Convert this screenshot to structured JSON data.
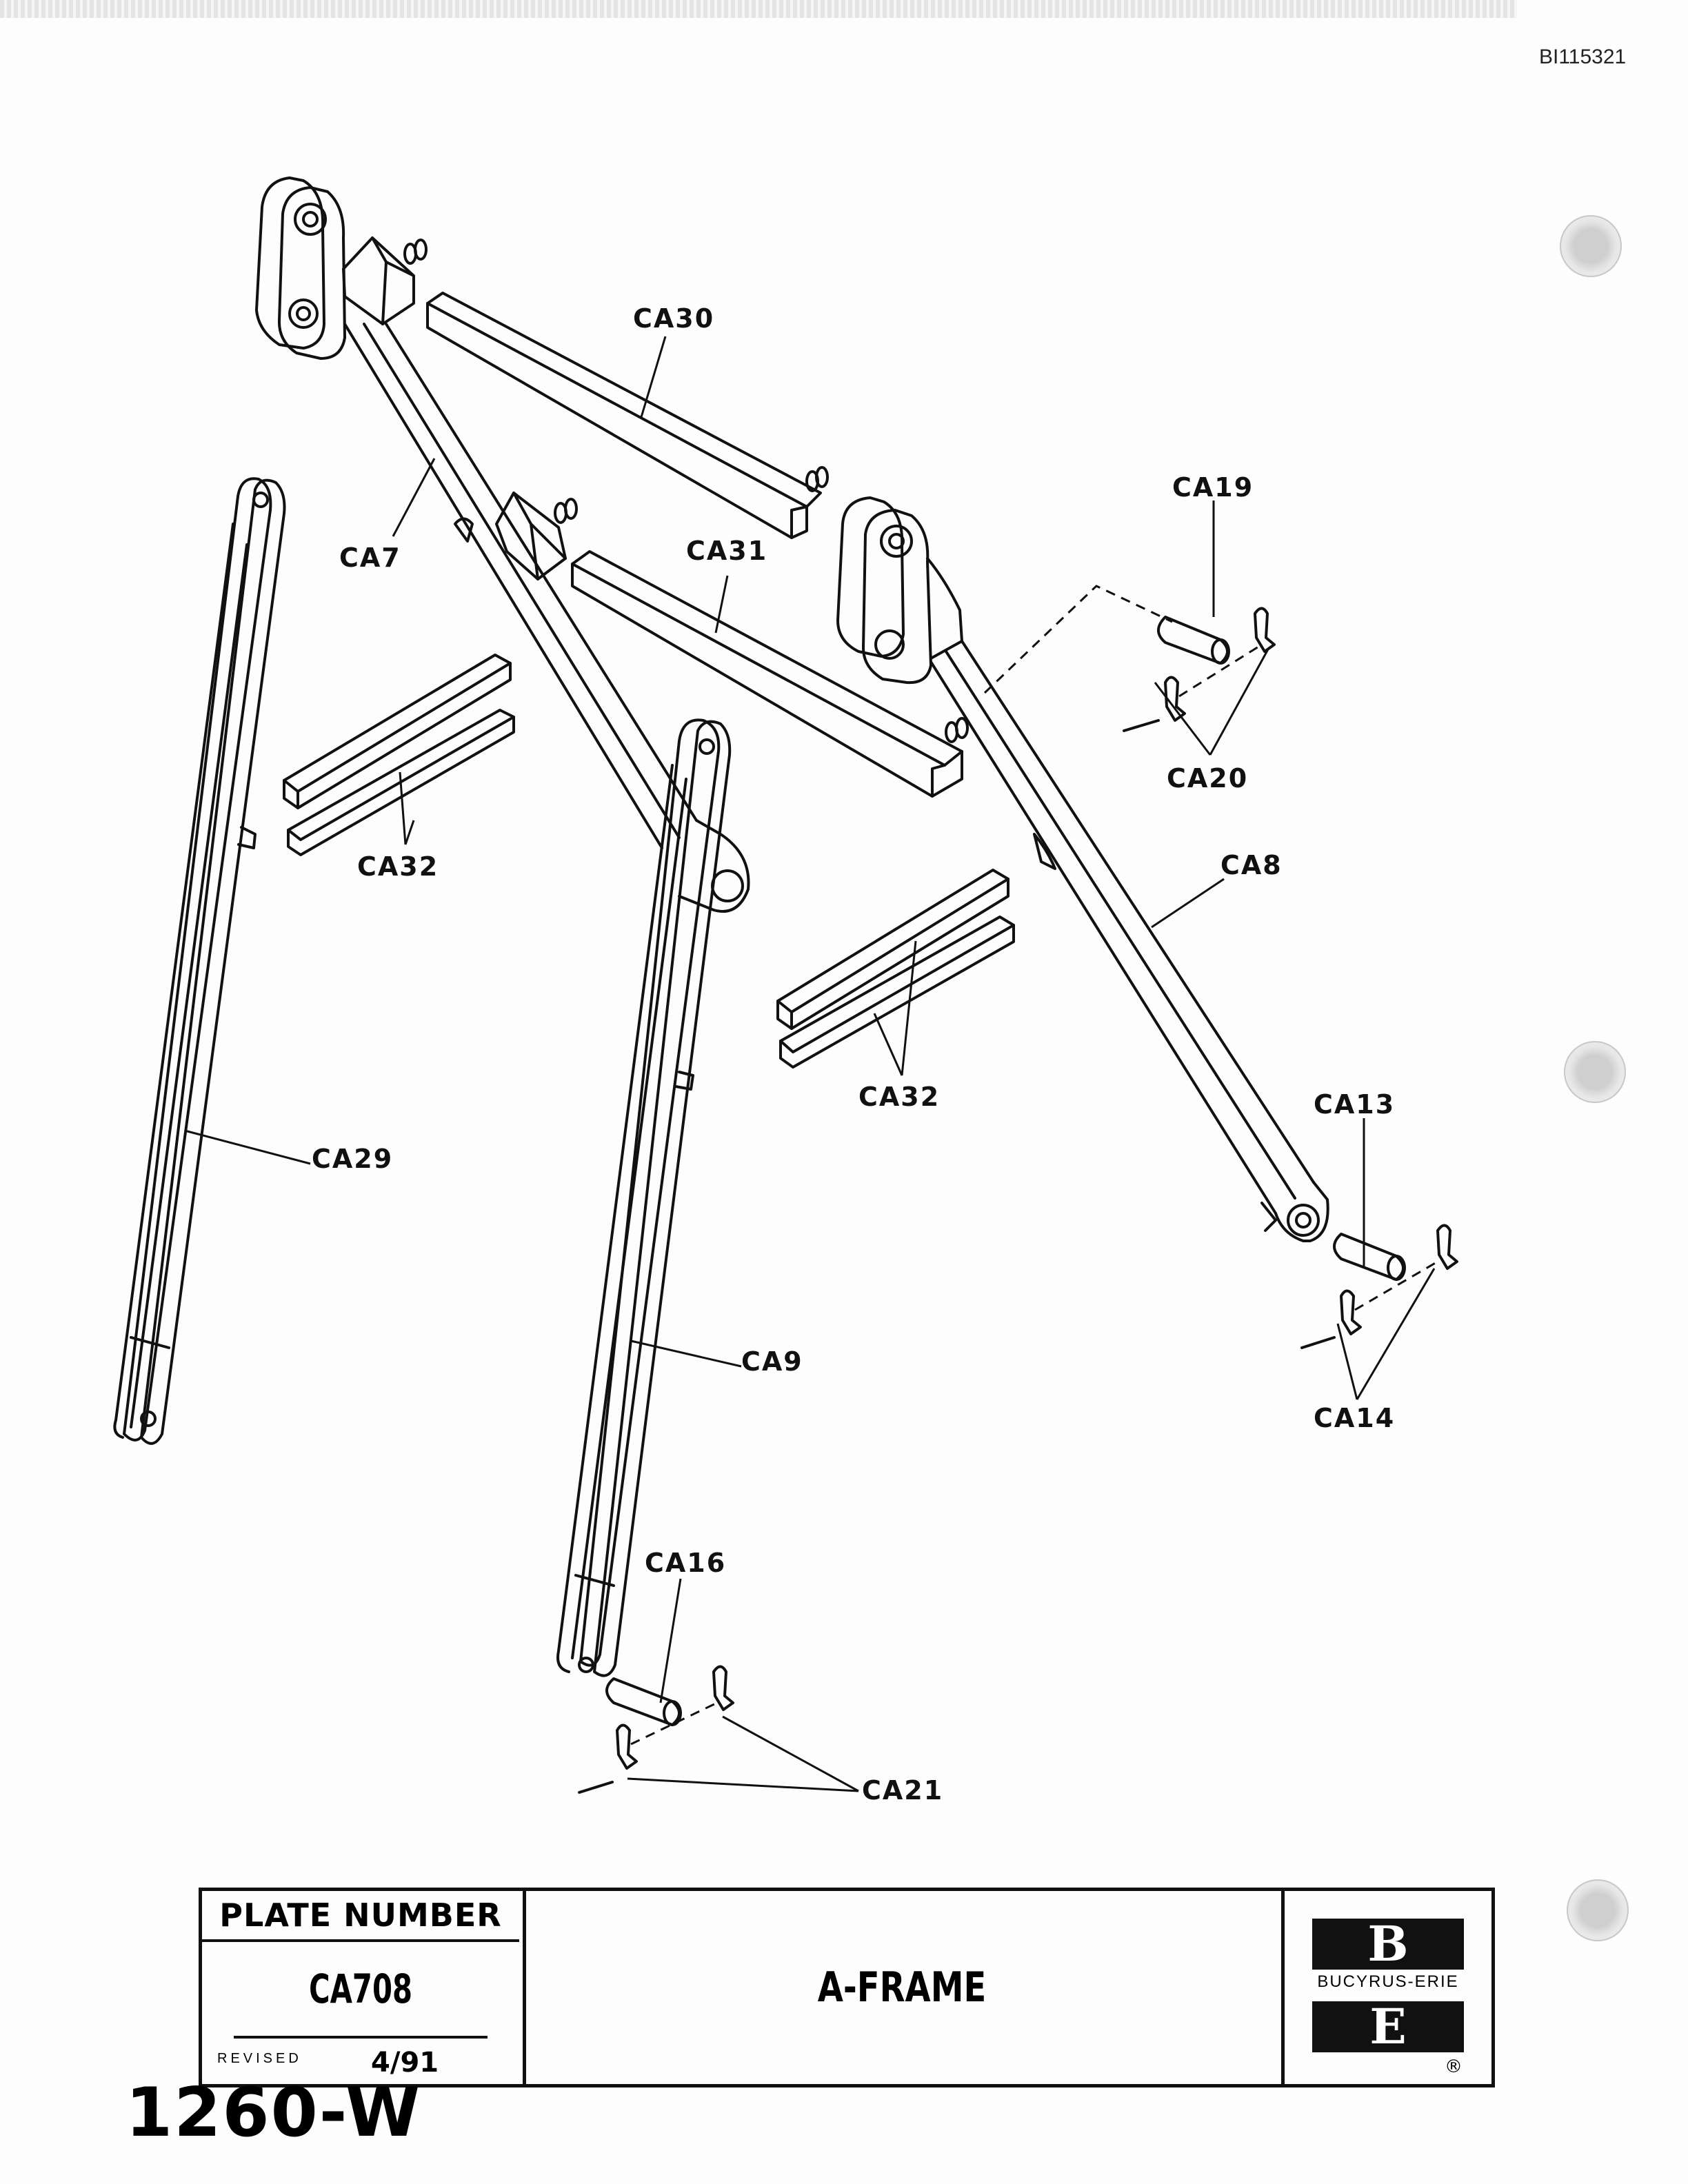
{
  "document_id": "BI115321",
  "labels": {
    "ca30": "CA30",
    "ca7": "CA7",
    "ca31": "CA31",
    "ca19": "CA19",
    "ca20": "CA20",
    "ca8": "CA8",
    "ca32_left": "CA32",
    "ca32_right": "CA32",
    "ca29": "CA29",
    "ca9": "CA9",
    "ca13": "CA13",
    "ca14": "CA14",
    "ca16": "CA16",
    "ca21": "CA21"
  },
  "title_block": {
    "plate_header": "PLATE NUMBER",
    "plate_number": "CA708",
    "revised_label": "REVISED",
    "revised_value": "4/91",
    "title": "A-FRAME",
    "brand_b": "B",
    "brand_name": "BUCYRUS-ERIE",
    "brand_e": "E",
    "registered": "®"
  },
  "model": "1260-W"
}
